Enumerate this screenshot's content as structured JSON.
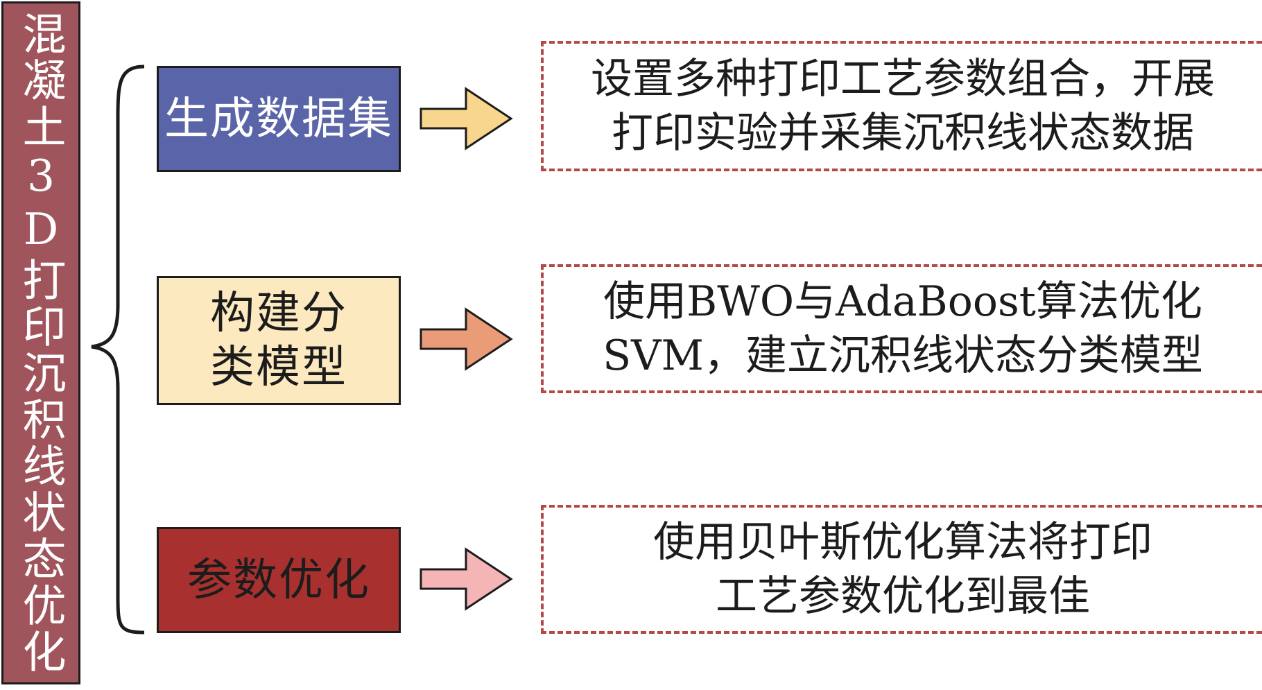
{
  "title": "混凝土3D打印沉积线状态优化",
  "stages": [
    {
      "label": "生成数据集",
      "arrow_color": "#f8d68e"
    },
    {
      "label": "构建分类模型",
      "arrow_color": "#ea9c78"
    },
    {
      "label": "参数优化",
      "arrow_color": "#f5b4b6"
    }
  ],
  "descriptions": [
    {
      "line1": "设置多种打印工艺参数组合，开展",
      "line2": "打印实验并采集沉积线状态数据"
    },
    {
      "line1": "使用BWO与AdaBoost算法优化",
      "line2": "SVM，建立沉积线状态分类模型"
    },
    {
      "line1": "使用贝叶斯优化算法将打印",
      "line2": "工艺参数优化到最佳"
    }
  ]
}
